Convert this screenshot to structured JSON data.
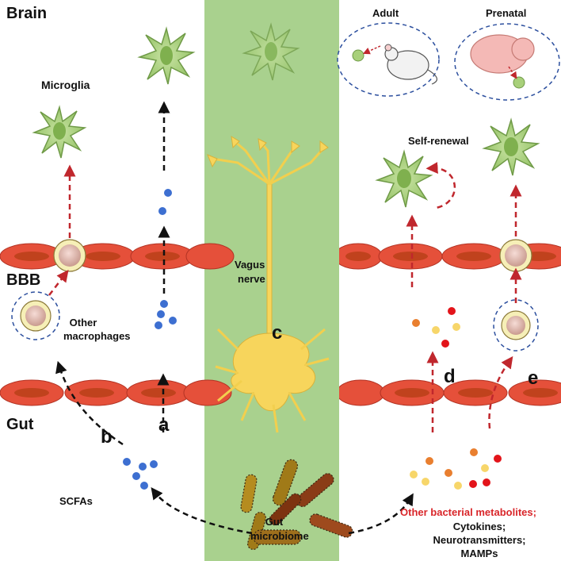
{
  "labels": {
    "brain": "Brain",
    "bbb": "BBB",
    "gut": "Gut",
    "microglia": "Microglia",
    "other_macrophages_line1": "Other",
    "other_macrophages_line2": "macrophages",
    "scfas": "SCFAs",
    "vagus_line1": "Vagus",
    "vagus_line2": "nerve",
    "gut_microbiome_line1": "Gut",
    "gut_microbiome_line2": "microbiome",
    "adult": "Adult",
    "prenatal": "Prenatal",
    "self_renewal": "Self-renewal",
    "other_bacterial_metabolites": "Other bacterial metabolites;",
    "cytokines": "Cytokines;",
    "neurotransmitters": "Neurotransmitters;",
    "mamps": "MAMPs"
  },
  "pathway_letters": {
    "a": "a",
    "b": "b",
    "c": "c",
    "d": "d",
    "e": "e"
  },
  "colors": {
    "green_panel": "#a9d18e",
    "cell_red": "#e8503a",
    "cell_nucleus": "#c8501e",
    "microglia_green": "#a8d07a",
    "neuron_yellow": "#f7d55c",
    "scfa_blue": "#3d6fd1",
    "arrow_red": "#c0272d",
    "arrow_black": "#111111",
    "label_red": "#d9262a"
  }
}
